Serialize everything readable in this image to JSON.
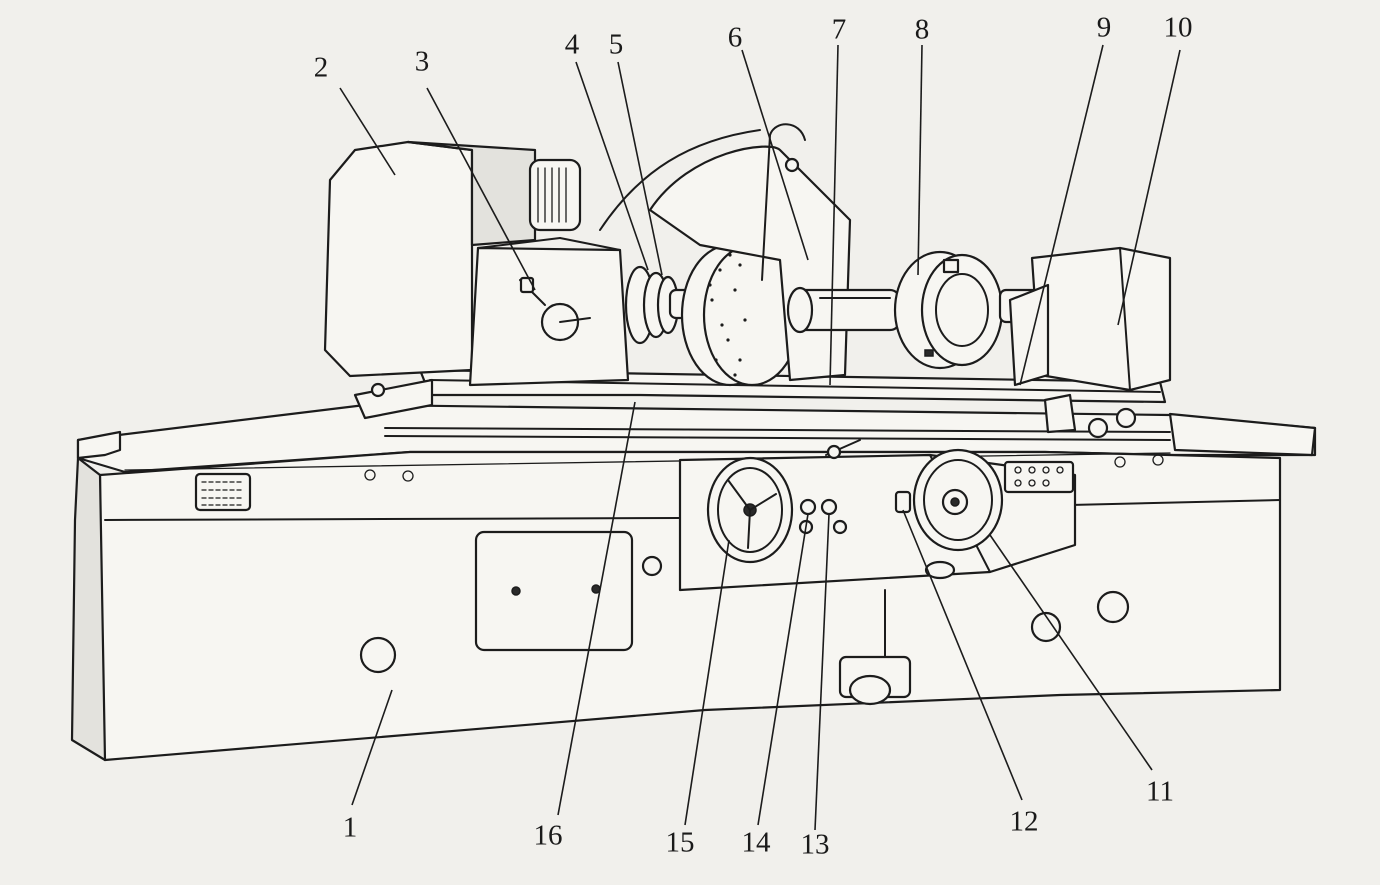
{
  "diagram": {
    "subject": "external cylindrical grinding machine",
    "callouts": [
      {
        "id": "1",
        "label": "1"
      },
      {
        "id": "2",
        "label": "2"
      },
      {
        "id": "3",
        "label": "3"
      },
      {
        "id": "4",
        "label": "4"
      },
      {
        "id": "5",
        "label": "5"
      },
      {
        "id": "6",
        "label": "6"
      },
      {
        "id": "7",
        "label": "7"
      },
      {
        "id": "8",
        "label": "8"
      },
      {
        "id": "9",
        "label": "9"
      },
      {
        "id": "10",
        "label": "10"
      },
      {
        "id": "11",
        "label": "11"
      },
      {
        "id": "12",
        "label": "12"
      },
      {
        "id": "13",
        "label": "13"
      },
      {
        "id": "14",
        "label": "14"
      },
      {
        "id": "15",
        "label": "15"
      },
      {
        "id": "16",
        "label": "16"
      }
    ]
  },
  "colors": {
    "paper": "#f1f0ec",
    "ink": "#1c1c1c",
    "fill": "#f7f6f2"
  }
}
